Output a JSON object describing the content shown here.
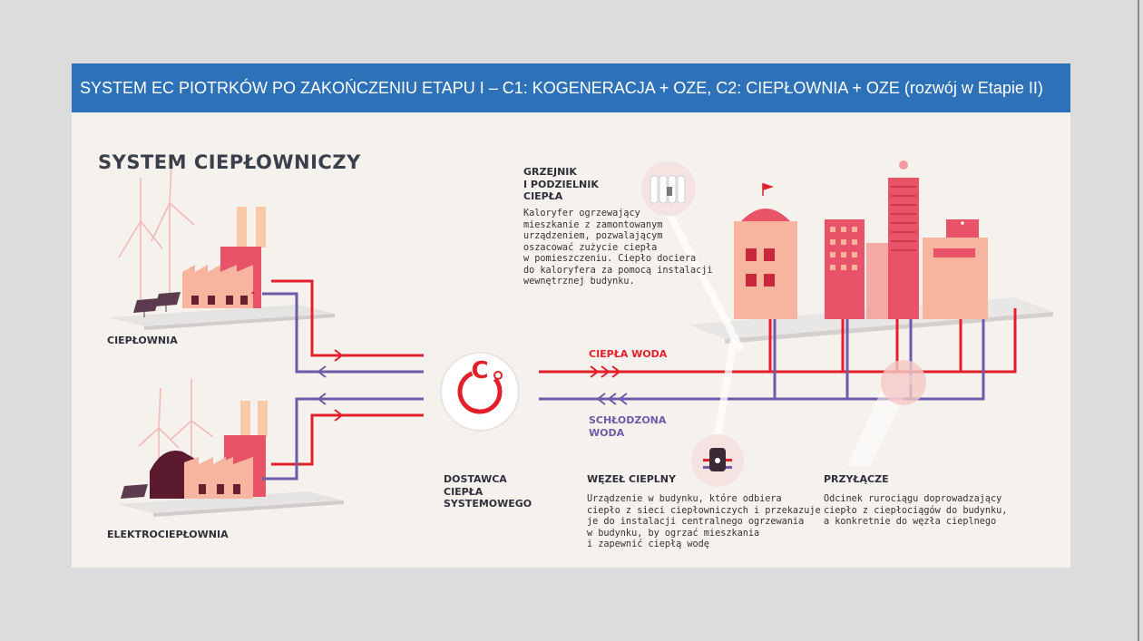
{
  "title_bar": {
    "text": "SYSTEM EC PIOTRKÓW PO ZAKOŃCZENIU ETAPU I – C1: KOGENERACJA + OZE,  C2:  CIEPŁOWNIA + OZE (rozwój w Etapie II)"
  },
  "infographic": {
    "heading": "SYSTEM CIEPŁOWNICZY",
    "cieplownia_label": "CIEPŁOWNIA",
    "elektrocieplownia_label": "ELEKTROCIEPŁOWNIA",
    "supplier": {
      "lines": [
        "DOSTAWCA",
        "CIEPŁA",
        "SYSTEMOWEGO"
      ],
      "logo_letter": "C"
    },
    "hot_water_label": "CIEPŁA WODA",
    "cooled_water_lines": [
      "SCHŁODZONA",
      "WODA"
    ],
    "radiator": {
      "title_lines": [
        "GRZEJNIK",
        "I PODZIELNIK",
        "CIEPŁA"
      ],
      "desc_lines": [
        "Kaloryfer ogrzewający",
        "mieszkanie z zamontowanym",
        "urządzeniem, pozwalającym",
        "oszacować zużycie ciepła",
        "w pomieszczeniu. Ciepło dociera",
        "do kaloryfera za pomocą instalacji",
        "wewnętrznej budynku."
      ]
    },
    "node": {
      "title": "WĘZEŁ CIEPLNY",
      "desc_lines": [
        "Urządzenie w budynku, które odbiera",
        "ciepło z sieci ciepłowniczych i przekazuje",
        "je do instalacji centralnego ogrzewania",
        "w budynku, by ogrzać mieszkania",
        "i zapewnić ciepłą wodę"
      ]
    },
    "connection": {
      "title": "PRZYŁĄCZE",
      "desc_lines": [
        "Odcinek rurociągu doprowadzający",
        "ciepło z ciepłociągów do budynku,",
        "a konkretnie do węzła cieplnego"
      ]
    }
  },
  "colors": {
    "hot": "#e3202a",
    "cold": "#6b5ba8",
    "title_bar": "#2d72b8",
    "pink": "#f39aa0",
    "dark_red": "#c8283c"
  },
  "icons": [
    "wind-turbine-icon",
    "solar-panel-icon",
    "factory-icon",
    "radiator-icon",
    "heat-exchanger-icon",
    "city-buildings-icon"
  ]
}
